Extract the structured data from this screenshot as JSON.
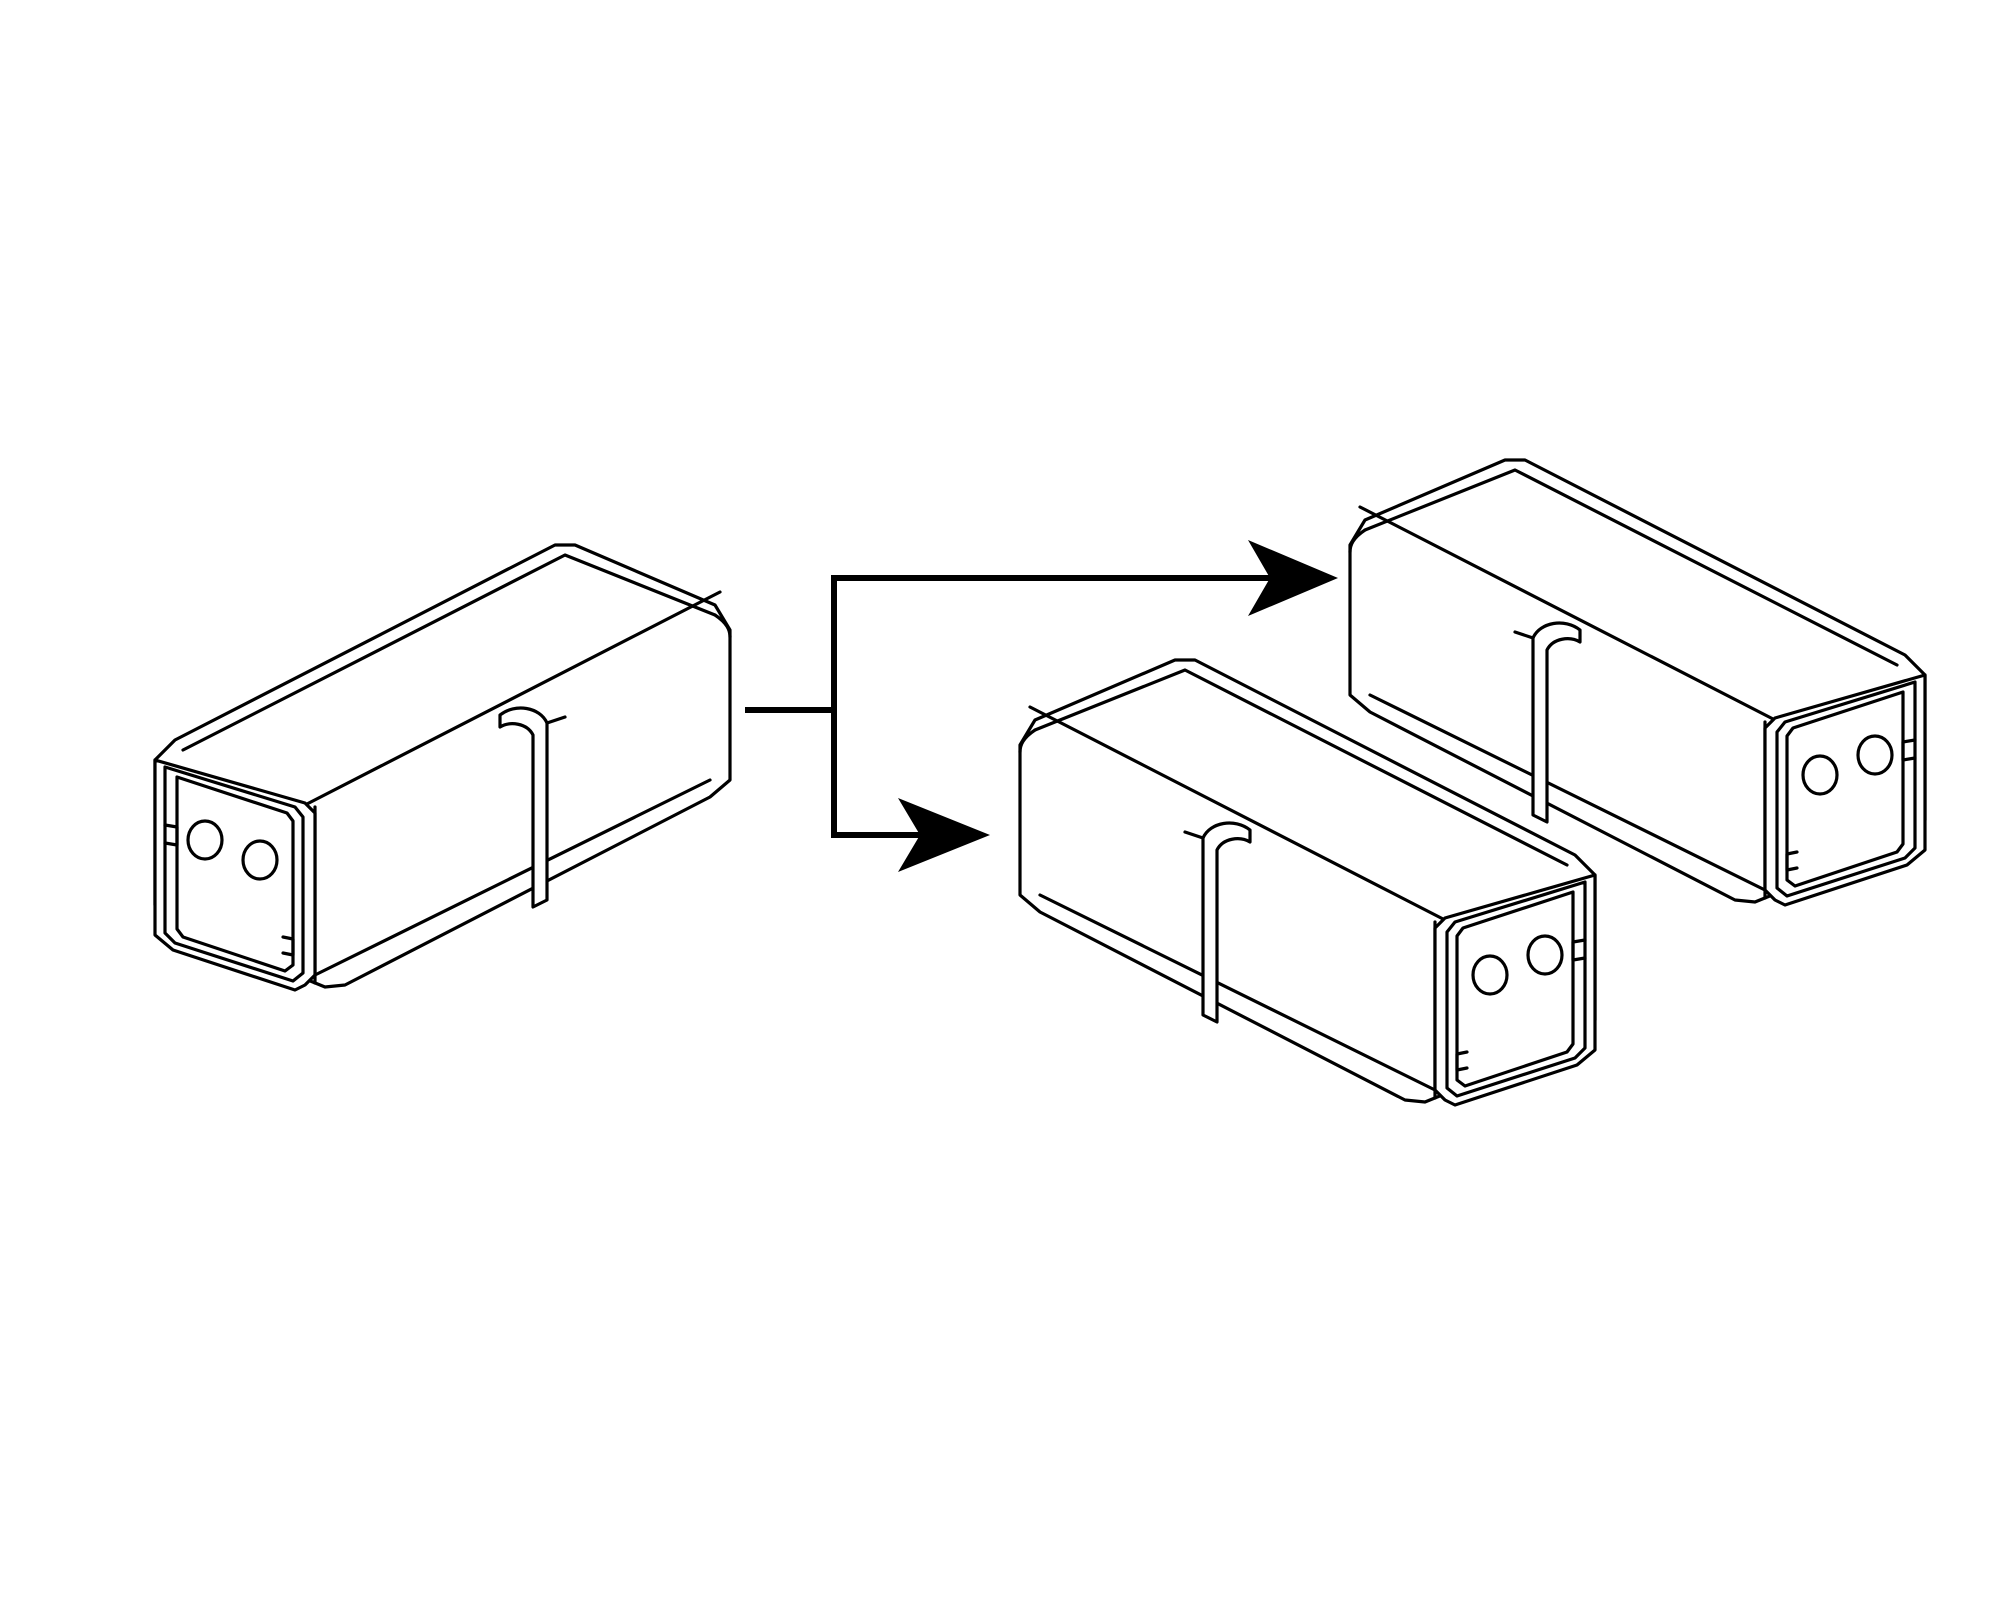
{
  "diagram": {
    "type": "illustration",
    "colors": {
      "line": "#000000",
      "background": "#ffffff"
    },
    "items": [
      {
        "id": "source-connector",
        "icon": "two-pin-connector-icon"
      },
      {
        "id": "target-connector-front",
        "icon": "two-pin-connector-icon"
      },
      {
        "id": "target-connector-back",
        "icon": "two-pin-connector-icon"
      }
    ],
    "flow": {
      "icon": "split-arrow-icon",
      "from": "source-connector",
      "to": [
        "target-connector-back",
        "target-connector-front"
      ]
    }
  }
}
